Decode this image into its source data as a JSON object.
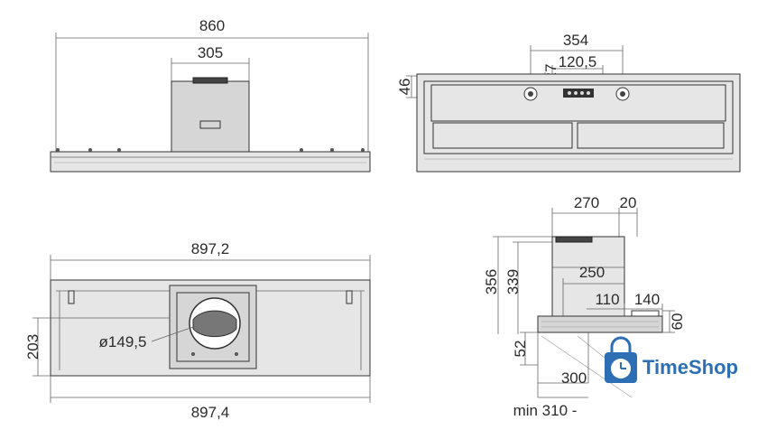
{
  "views": {
    "top": {
      "width_label": "860",
      "unit_label": "305"
    },
    "front": {
      "width_label": "354",
      "spacing_label": "120,5",
      "depth_a_label": "27",
      "depth_b_label": "46"
    },
    "bottom": {
      "top_width_label": "897,2",
      "bottom_width_label": "897,4",
      "height_label": "203",
      "diameter_label": "ø149,5"
    },
    "side": {
      "depth_label": "270",
      "offset_label": "20",
      "height_a_label": "356",
      "height_b_label": "339",
      "inner_label": "250",
      "inner_a_label": "110",
      "inner_b_label": "140",
      "thick_label": "60",
      "low_label": "52",
      "cut_label": "300",
      "min_label": "min 310 -"
    }
  },
  "watermark": {
    "brand": "TimeShop",
    "icon": "shopping-bag-clock-icon",
    "color": "#2d6fb4"
  }
}
